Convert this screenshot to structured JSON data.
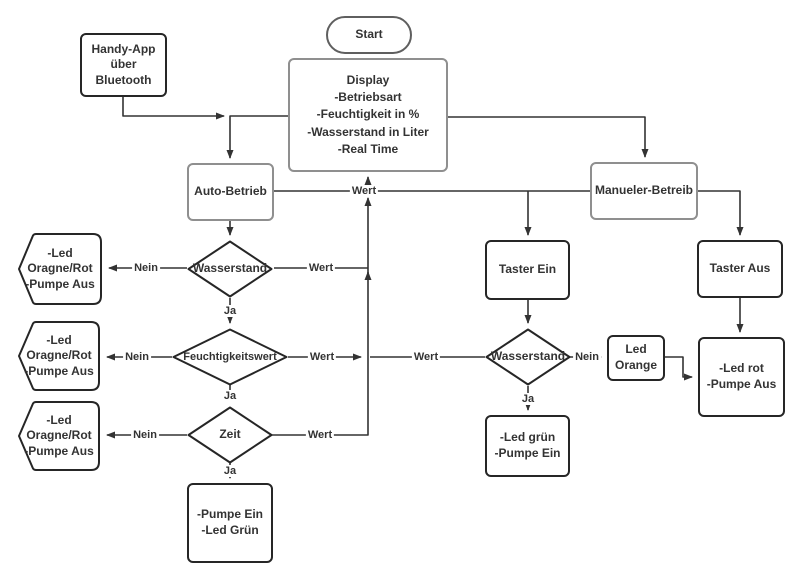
{
  "diagram": {
    "language": "de",
    "background": "#ffffff",
    "colors": {
      "line": "#333333",
      "border_dark": "#262626",
      "border_gray": "#8f8f8f",
      "text": "#333333"
    },
    "nodes": {
      "start": {
        "label": "Start",
        "shape": "terminator"
      },
      "handy_app": {
        "label": "Handy-App\nüber\nBluetooth",
        "shape": "rect"
      },
      "display": {
        "label": "Display\n-Betriebsart\n-Feuchtigkeit in %\n-Wasserstand in Liter\n-Real Time",
        "shape": "rect"
      },
      "auto_betrieb": {
        "label": "Auto-Betrieb",
        "shape": "rect"
      },
      "manueler_betreib": {
        "label": "Manueler-Betreib",
        "shape": "rect"
      },
      "wasserstand_auto": {
        "label": "Wasserstand",
        "shape": "diamond"
      },
      "hex_wasserstand": {
        "label": "-Led\nOragne/Rot\n-Pumpe Aus",
        "shape": "hexagon"
      },
      "feuchtigkeitswert": {
        "label": "Feuchtigkeitswert",
        "shape": "diamond"
      },
      "hex_feuchtigkeit": {
        "label": "-Led\nOragne/Rot\n-Pumpe Aus",
        "shape": "hexagon"
      },
      "zeit": {
        "label": "Zeit",
        "shape": "diamond"
      },
      "hex_zeit": {
        "label": "-Led\nOragne/Rot\n-Pumpe Aus",
        "shape": "hexagon"
      },
      "pumpe_ein": {
        "label": "-Pumpe Ein\n-Led Grün",
        "shape": "rect"
      },
      "taster_ein": {
        "label": "Taster Ein",
        "shape": "rect"
      },
      "taster_aus": {
        "label": "Taster Aus",
        "shape": "rect"
      },
      "wasserstand_manuell": {
        "label": "Wasserstand",
        "shape": "diamond"
      },
      "led_orange": {
        "label": "Led\nOrange",
        "shape": "rect"
      },
      "led_rot": {
        "label": "-Led rot\n-Pumpe Aus",
        "shape": "rect"
      },
      "led_gruen": {
        "label": "-Led grün\n-Pumpe Ein",
        "shape": "rect"
      }
    },
    "edge_labels": {
      "wert_main": "Wert",
      "wasserstand_auto_nein": "Nein",
      "wasserstand_auto_wert": "Wert",
      "wasserstand_auto_ja": "Ja",
      "feuchtigkeit_nein": "Nein",
      "feuchtigkeit_wert": "Wert",
      "feuchtigkeit_ja": "Ja",
      "zeit_nein": "Nein",
      "zeit_wert": "Wert",
      "zeit_ja": "Ja",
      "wasserstand_manuell_wert": "Wert",
      "wasserstand_manuell_nein": "Nein",
      "wasserstand_manuell_ja": "Ja"
    }
  }
}
